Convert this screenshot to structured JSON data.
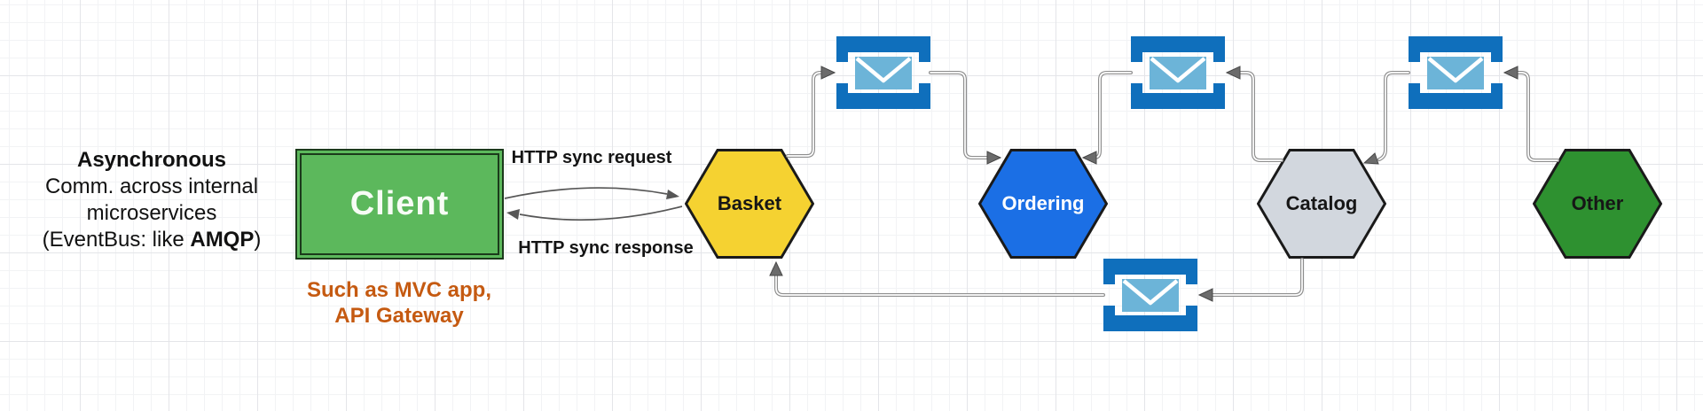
{
  "note": {
    "line1": "Asynchronous",
    "line2": "Comm. across internal",
    "line3": "microservices",
    "line4_prefix": "(EventBus: like ",
    "line4_bold": "AMQP",
    "line4_suffix": ")"
  },
  "client": {
    "label": "Client",
    "caption_line1": "Such as MVC app,",
    "caption_line2": "API Gateway"
  },
  "sync_labels": {
    "request": "HTTP sync request",
    "response": "HTTP sync response"
  },
  "services": [
    {
      "name": "Basket",
      "fill": "#F5D231",
      "text_color": "#161616"
    },
    {
      "name": "Ordering",
      "fill": "#1B6FE5",
      "text_color": "#ffffff"
    },
    {
      "name": "Catalog",
      "fill": "#D2D7DE",
      "text_color": "#161616"
    },
    {
      "name": "Other",
      "fill": "#2E9130",
      "text_color": "#161616"
    }
  ],
  "event_bus": {
    "icon": "message-queue-envelope-icon",
    "bracket_color": "#0F6FBC",
    "envelope_color": "#6CB4D8",
    "flap_color": "#FFFFFF",
    "instances": [
      "basket-to-ordering",
      "catalog-to-ordering",
      "other-to-catalog",
      "catalog-to-basket"
    ]
  },
  "edges": [
    {
      "from": "Basket",
      "to": "event-bus-1"
    },
    {
      "from": "event-bus-1",
      "to": "Ordering"
    },
    {
      "from": "Catalog",
      "to": "event-bus-2"
    },
    {
      "from": "event-bus-2",
      "to": "Ordering"
    },
    {
      "from": "Other",
      "to": "event-bus-3"
    },
    {
      "from": "event-bus-3",
      "to": "Catalog"
    },
    {
      "from": "Catalog",
      "to": "event-bus-4"
    },
    {
      "from": "event-bus-4",
      "to": "Basket"
    },
    {
      "from": "Client",
      "to": "Basket",
      "label": "HTTP sync request"
    },
    {
      "from": "Basket",
      "to": "Client",
      "label": "HTTP sync response"
    }
  ],
  "colors": {
    "client_fill": "#5CB85C",
    "client_border": "#1B3A1B",
    "caption_orange": "#C55A11",
    "connector_gray": "#8E8E8E",
    "arrowhead_gray": "#6B6B6B",
    "hex_border": "#1A1A1A"
  }
}
